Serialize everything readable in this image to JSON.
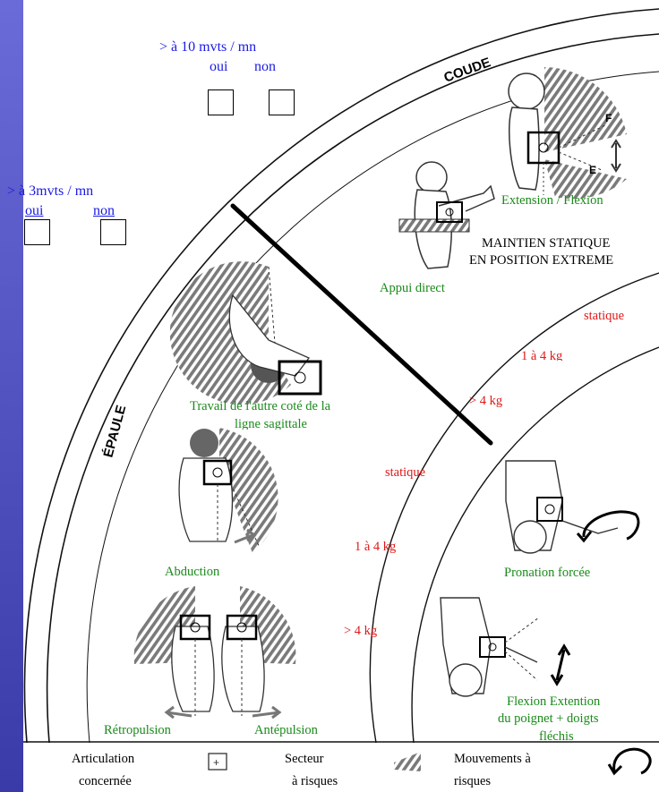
{
  "freq_high": {
    "label": "> à 10 mvts / mn",
    "yes": "oui",
    "no": "non"
  },
  "freq_low": {
    "label": "> à 3mvts / mn",
    "yes": "oui",
    "no": "non"
  },
  "zones": {
    "elbow": "COUDE",
    "shoulder": "ÉPAULE"
  },
  "elbow": {
    "extension": "Extension / Flexion",
    "static_title_1": "MAINTIEN STATIQUE",
    "static_title_2": "EN POSITION EXTREME",
    "direct_support": "Appui direct",
    "f_mark": "F",
    "e_mark": "E"
  },
  "loads_upper": {
    "static": "statique",
    "kg_range": "1 à 4 kg",
    "kg_high": "> 4 kg"
  },
  "loads_lower": {
    "static": "statique",
    "kg_range": "1 à 4 kg",
    "kg_high": "> 4 kg"
  },
  "shoulder": {
    "other_side_1": "Travail de l'autre coté de la",
    "other_side_2": "ligne sagittale",
    "abduction": "Abduction",
    "retropulsion": "Rétropulsion",
    "antepulsion": "Antépulsion"
  },
  "wrist": {
    "pronation": "Pronation forcée",
    "flexion_1": "Flexion  Extention",
    "flexion_2": "du poignet + doigts",
    "flexion_3": "fléchis"
  },
  "legend": {
    "joint_1": "Articulation",
    "joint_2": "concernée",
    "sector_1": "Secteur",
    "sector_2": "à risques",
    "move_1": "Mouvements à",
    "move_2": "risques"
  },
  "colors": {
    "sidebar": "#4a4ab8",
    "blue_text": "#1a1ae6",
    "green_text": "#1a8a1a",
    "red_text": "#e01818"
  },
  "icons": [
    "joint-icon",
    "risk-sector-icon",
    "risky-movement-icon"
  ]
}
